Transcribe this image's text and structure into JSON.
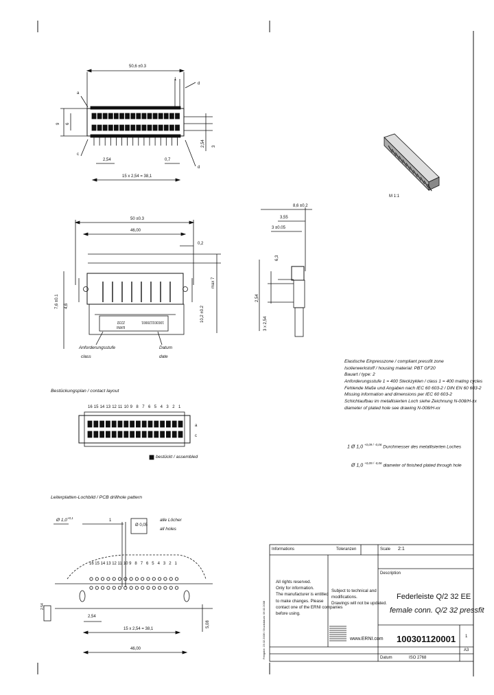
{
  "top_view": {
    "overall_dim": "50,6 ±0.3",
    "side_labels": {
      "a": "a",
      "c": "c",
      "d": "d"
    },
    "height_dims": [
      "9",
      "6",
      "2,54",
      "3"
    ],
    "pitch": "2,54",
    "offset": "0,7",
    "span": "15 x 2,54 = 38,1",
    "top_marks": [
      "1",
      "d"
    ]
  },
  "front_view": {
    "overall": "50 ±0.3",
    "inner": "46,00",
    "offset": "0,2",
    "right_dims": [
      "max 7",
      "10,2 ±0.2"
    ],
    "left_dims": [
      "7,6 ±0.1",
      "4,6"
    ],
    "stamp_lines": [
      "Z232",
      "ERNI",
      "100301120001"
    ],
    "callout_left": {
      "line1": "Anforderungsstufe",
      "line2": "class"
    },
    "callout_right": {
      "line1": "Datum",
      "line2": "date"
    }
  },
  "side_view": {
    "dims": [
      "8,6 ±0.2",
      "3,55",
      "3 ±0.05",
      "6,3",
      "2,54",
      "3 x 2,54"
    ]
  },
  "iso_label": "M 1:1",
  "notes": [
    "Elastische Einpresszone / compliant pressfit zone",
    "Isolierwerkstoff / housing material: PBT GF20",
    "Bauart / type: 2",
    "Anforderungsstufe 1 = 400 Steckzyklen / class 1 = 400 mating cycles",
    "Fehlende Maße und Angaben nach IEC 60 603-2 / DIN EN 60 603-2",
    "Missing information and dimensions per IEC 60 603-2",
    "Schichtaufbau im metallisierten Loch siehe Zeichnung N-008/H-xx",
    "diameter of plated hole see drawing N-008/H-xx"
  ],
  "hole_note_1": {
    "main": "1 Ø 1,0",
    "tol": "+0,09 / -0,06",
    "text": "Durchmesser des metallisierten Loches"
  },
  "hole_note_2": {
    "main": "Ø 1,0",
    "tol": "+0,09 / -0,06",
    "text": "diameter of finished plated through hole"
  },
  "pinout": {
    "title": "Bestückungsplan / contact layout",
    "numbers": [
      "16",
      "15",
      "14",
      "13",
      "12",
      "11",
      "10",
      "9",
      "8",
      "7",
      "6",
      "5",
      "4",
      "3",
      "2",
      "1"
    ],
    "rows": [
      "a",
      "c"
    ],
    "legend": "bestückt / assembled"
  },
  "pcb": {
    "title": "Leiterplatten-Lochbild / PCB drillhole pattern",
    "hole_dia": "Ø 1,0",
    "hole_tol": "+0,1",
    "tolerance_box": "Ø 0,05",
    "all_holes": {
      "line1": "alle Löcher",
      "line2": "all holes"
    },
    "numbers": [
      "16",
      "15",
      "14",
      "13",
      "12",
      "11",
      "10",
      "9",
      "8",
      "7",
      "6",
      "5",
      "4",
      "3",
      "2",
      "1"
    ],
    "pitch": "2,54",
    "span": "15 x 2,54 = 38,1",
    "total": "46,00",
    "side_box": "2,54",
    "right_dim": "5,08",
    "mark": "1"
  },
  "title_block": {
    "tolerances_label": "Toleranzen",
    "scale_label": "Scale",
    "scale_value": "2:1",
    "info_label": "Informations",
    "description_label": "Description",
    "title_de": "Federleiste Q/2 32 EE",
    "title_en": "female conn. Q/2 32 pressfit",
    "rights": [
      "All rights reserved.",
      "Only for information.",
      "The manufacturer is entitled",
      "to make changes. Please",
      "contact one of the ERNI companies",
      "before using."
    ],
    "subject": [
      "Subject to technical and",
      "modifications.",
      "Drawings will not be updated."
    ],
    "website": "www.ERNI.com",
    "part_number": "100301120001",
    "rev": "1",
    "sheet": "A3",
    "date_label": "Datum",
    "standard": "ISO 2768",
    "side_vertical": "Freigabe: 23.02.2006 / Druckdatum: 06.02.2008"
  }
}
